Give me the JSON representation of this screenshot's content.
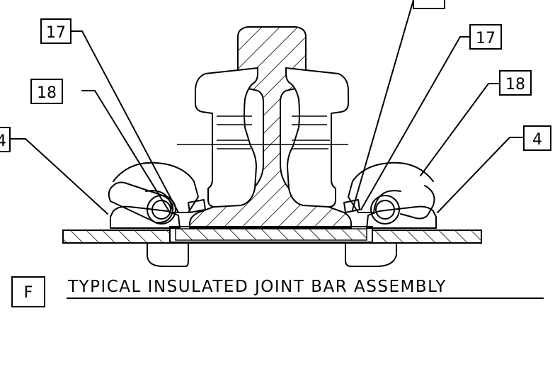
{
  "title": "TYPICAL INSULATED JOINT BAR ASSEMBLY",
  "view_letter": "F",
  "callouts": {
    "c17_left": "17",
    "c17_right": "17",
    "c18_left": "18",
    "c18_right": "18",
    "c4_left": "4",
    "c4_right": "4",
    "c_top": ""
  }
}
